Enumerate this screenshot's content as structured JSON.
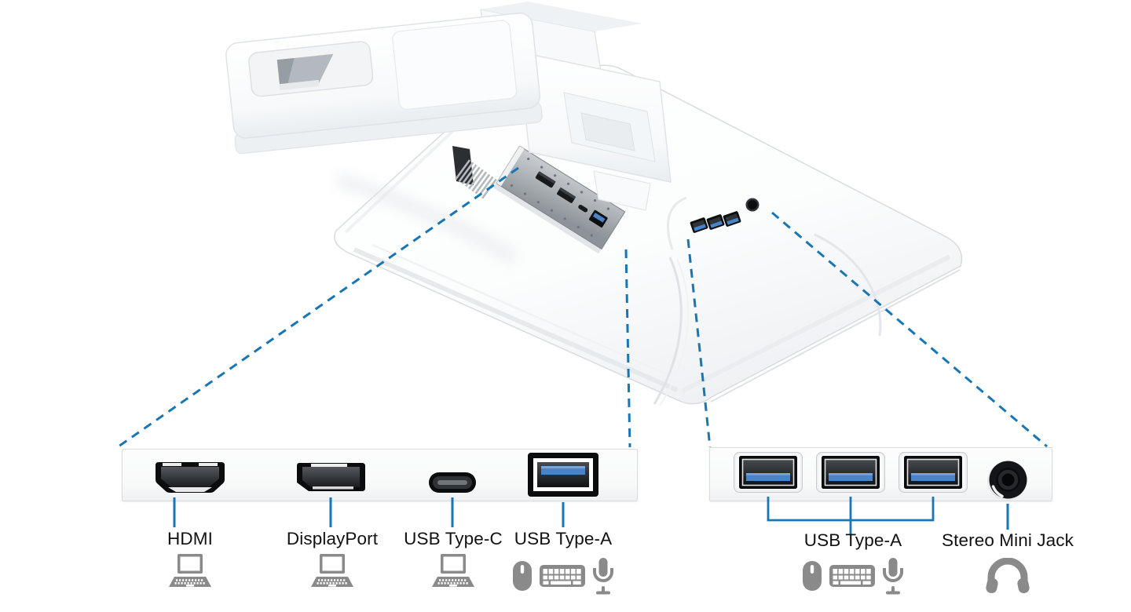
{
  "figure": {
    "kind": "monitor-rear-port-callout-diagram",
    "background": "#ffffff"
  },
  "colors": {
    "leader_line_blue": "#1776b5",
    "usb_insert_blue": "#4a84c8",
    "usb_insert_blue_light": "#7aa5d8",
    "port_frame_black": "#0b0c0d",
    "icon_gray": "#8a8a8a",
    "label_text": "#121212",
    "recess_gray": "#a9aeb3"
  },
  "left_panel": {
    "name": "video-input-and-usb-strip",
    "ports": [
      {
        "id": "hdmi",
        "label": "HDMI",
        "devices": [
          "laptop"
        ]
      },
      {
        "id": "displayport",
        "label": "DisplayPort",
        "devices": [
          "laptop"
        ]
      },
      {
        "id": "usb_type_c",
        "label": "USB Type-C",
        "devices": [
          "laptop"
        ]
      },
      {
        "id": "usb_type_a",
        "label": "USB Type-A",
        "devices": [
          "mouse",
          "keyboard",
          "microphone"
        ]
      }
    ]
  },
  "right_panel": {
    "name": "usb-hub-and-audio-strip",
    "usb_ports_count": 3,
    "usb_group": {
      "label": "USB Type-A",
      "devices": [
        "mouse",
        "keyboard",
        "microphone"
      ]
    },
    "audio_jack": {
      "label": "Stereo Mini Jack",
      "devices": [
        "headphones"
      ]
    }
  }
}
